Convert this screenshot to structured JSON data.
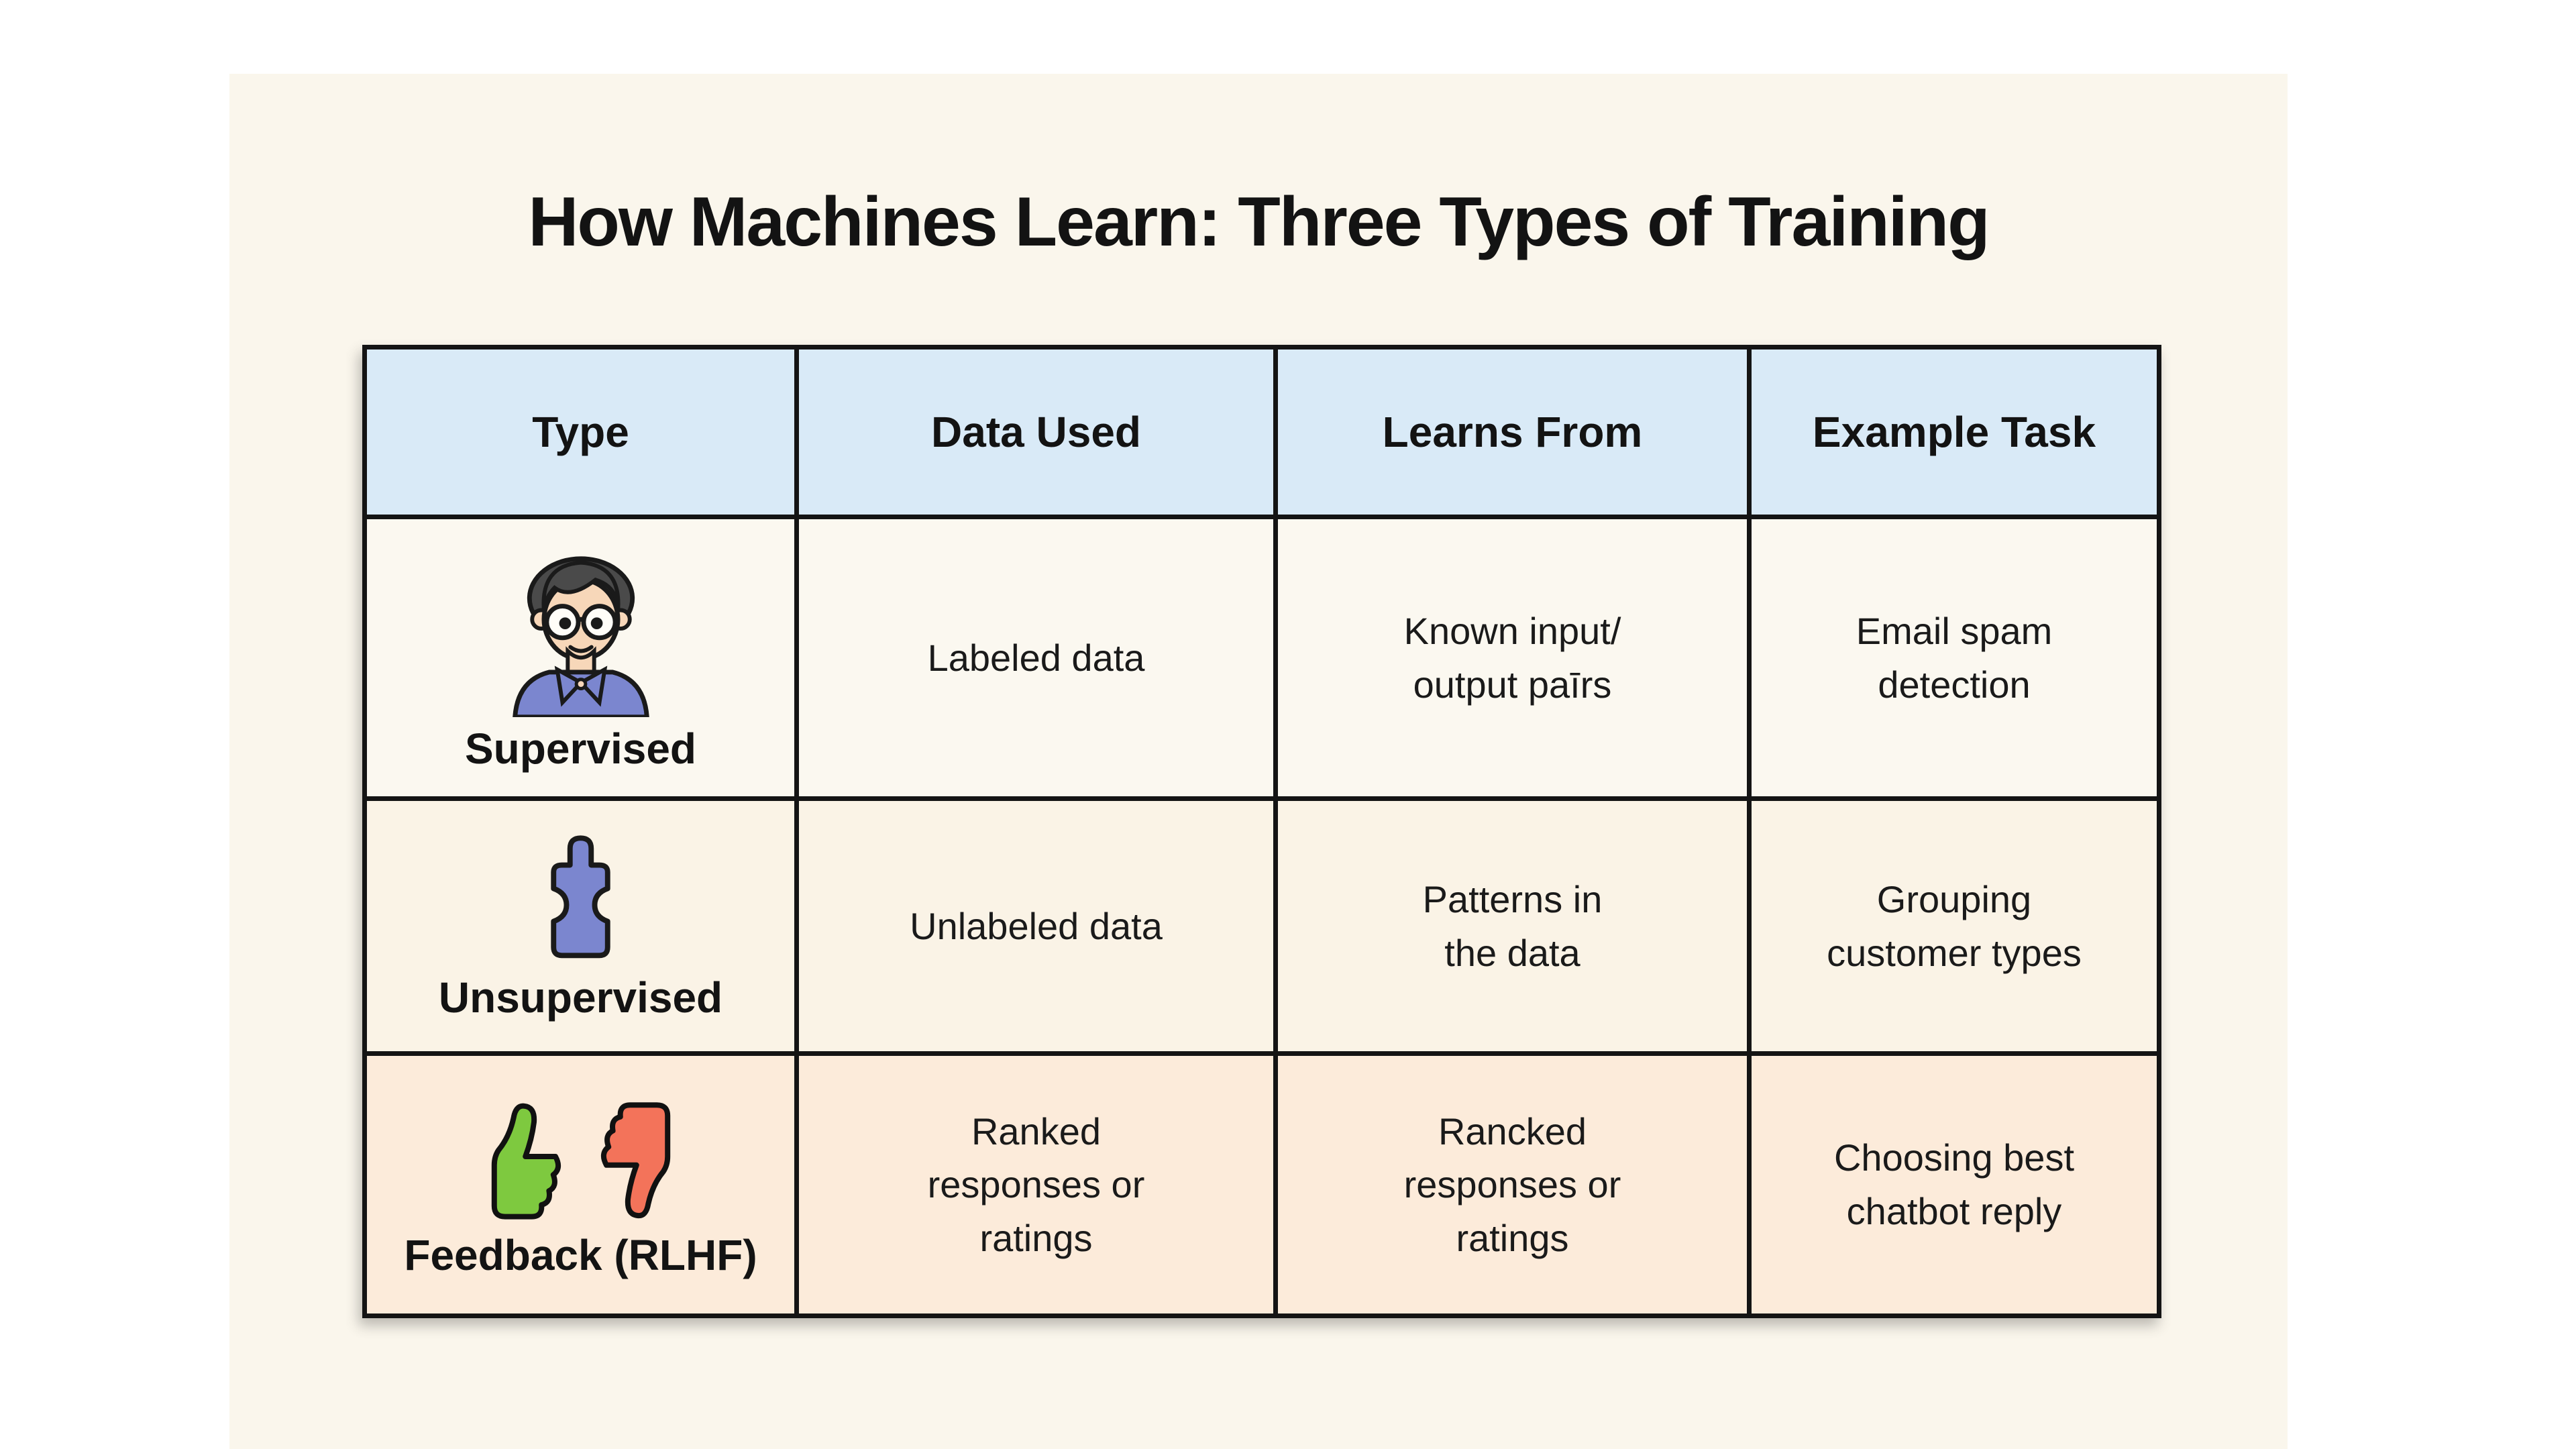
{
  "title": "How Machines Learn: Three Types of Training",
  "table": {
    "headers": [
      "Type",
      "Data Used",
      "Learns From",
      "Example Task"
    ],
    "rows": [
      {
        "type_label": "Supervised",
        "icon": "person-icon",
        "data_used": "Labeled data",
        "learns_from": "Known input/\noutput paīrs",
        "example_task": "Email spam\ndetection"
      },
      {
        "type_label": "Unsupervised",
        "icon": "puzzle-icon",
        "data_used": "Unlabeled data",
        "learns_from": "Patterns in\nthe data",
        "example_task": "Grouping\ncustomer types"
      },
      {
        "type_label": "Feedback (RLHF)",
        "icon": "thumbs-up-down-icons",
        "data_used": "Ranked\nresponses or\nratings",
        "learns_from": "Rancked\nresponses or\nratings",
        "example_task": "Choosing best\nchatbot reply"
      }
    ]
  },
  "colors": {
    "header_bg": "#d9eaf7",
    "row_supervised_bg": "#fbf8f0",
    "row_unsupervised_bg": "#faf3e6",
    "row_feedback_bg": "#fcebda",
    "panel_bg": "#faf6ec",
    "page_bg": "#ffffff",
    "table_border": "#141414",
    "puzzle_blue": "#7b86cf",
    "shirt_blue": "#7b86cf",
    "thumb_up_green": "#7ec93f",
    "thumb_down_red": "#f3735a",
    "skin": "#f7d7b9",
    "hair": "#4a4a4a"
  }
}
